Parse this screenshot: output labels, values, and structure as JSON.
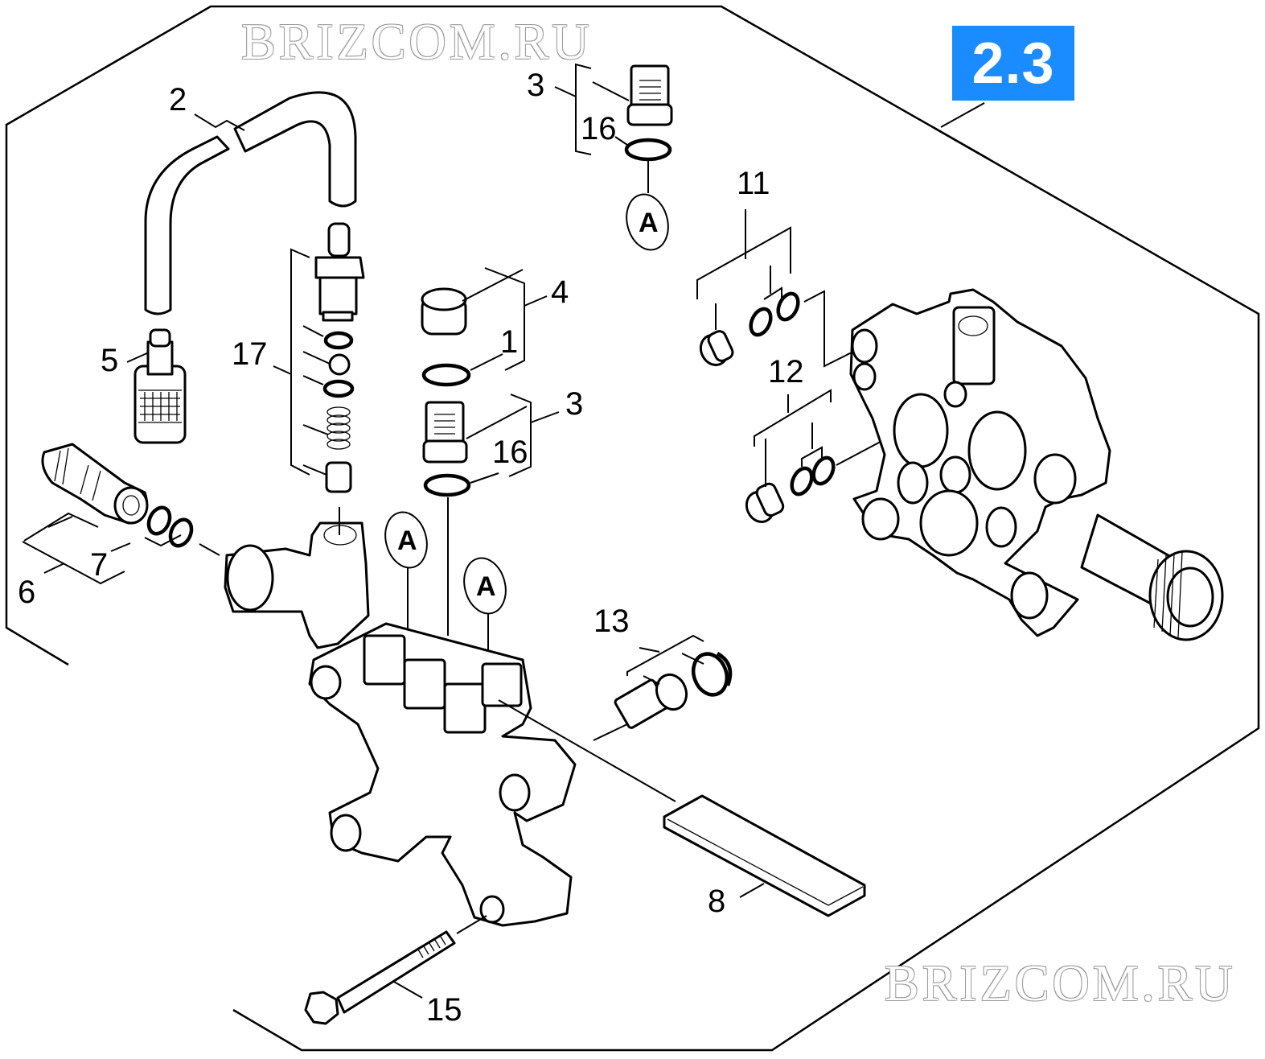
{
  "section": {
    "label": "2.3",
    "color": "#1a8cff"
  },
  "watermarks": [
    "BRIZCOM.RU",
    "BRIZCOM.RU"
  ],
  "reference_marker": "A",
  "callouts": {
    "c1": "1",
    "c2": "2",
    "c3a": "3",
    "c3b": "3",
    "c4": "4",
    "c5": "5",
    "c6": "6",
    "c7": "7",
    "c8": "8",
    "c11": "11",
    "c12": "12",
    "c13": "13",
    "c15": "15",
    "c16a": "16",
    "c16b": "16",
    "c17": "17"
  }
}
